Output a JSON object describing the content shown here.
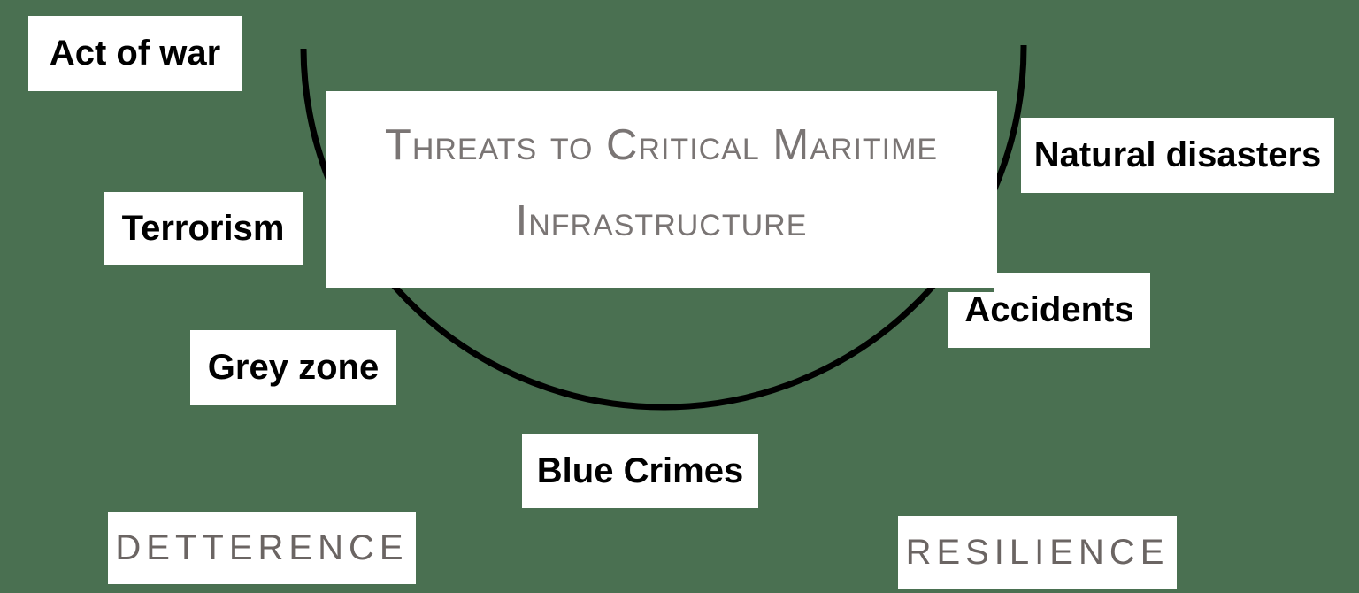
{
  "diagram": {
    "title": {
      "line1": "Threats to Critical Maritime",
      "line2": "Infrastructure"
    },
    "threat_labels": {
      "act_of_war": "Act of war",
      "terrorism": "Terrorism",
      "grey_zone": "Grey zone",
      "blue_crimes": "Blue Crimes",
      "accidents": "Accidents",
      "natural_disasters": "Natural disasters"
    },
    "pillars": {
      "detterence": "DETTERENCE",
      "resilience": "RESILIENCE"
    },
    "colors": {
      "background": "#4a7051",
      "box_fill": "#ffffff",
      "threat_text": "#000000",
      "title_text": "#7a7574",
      "pillar_text": "#6b6563",
      "arc_stroke": "#000000"
    }
  }
}
